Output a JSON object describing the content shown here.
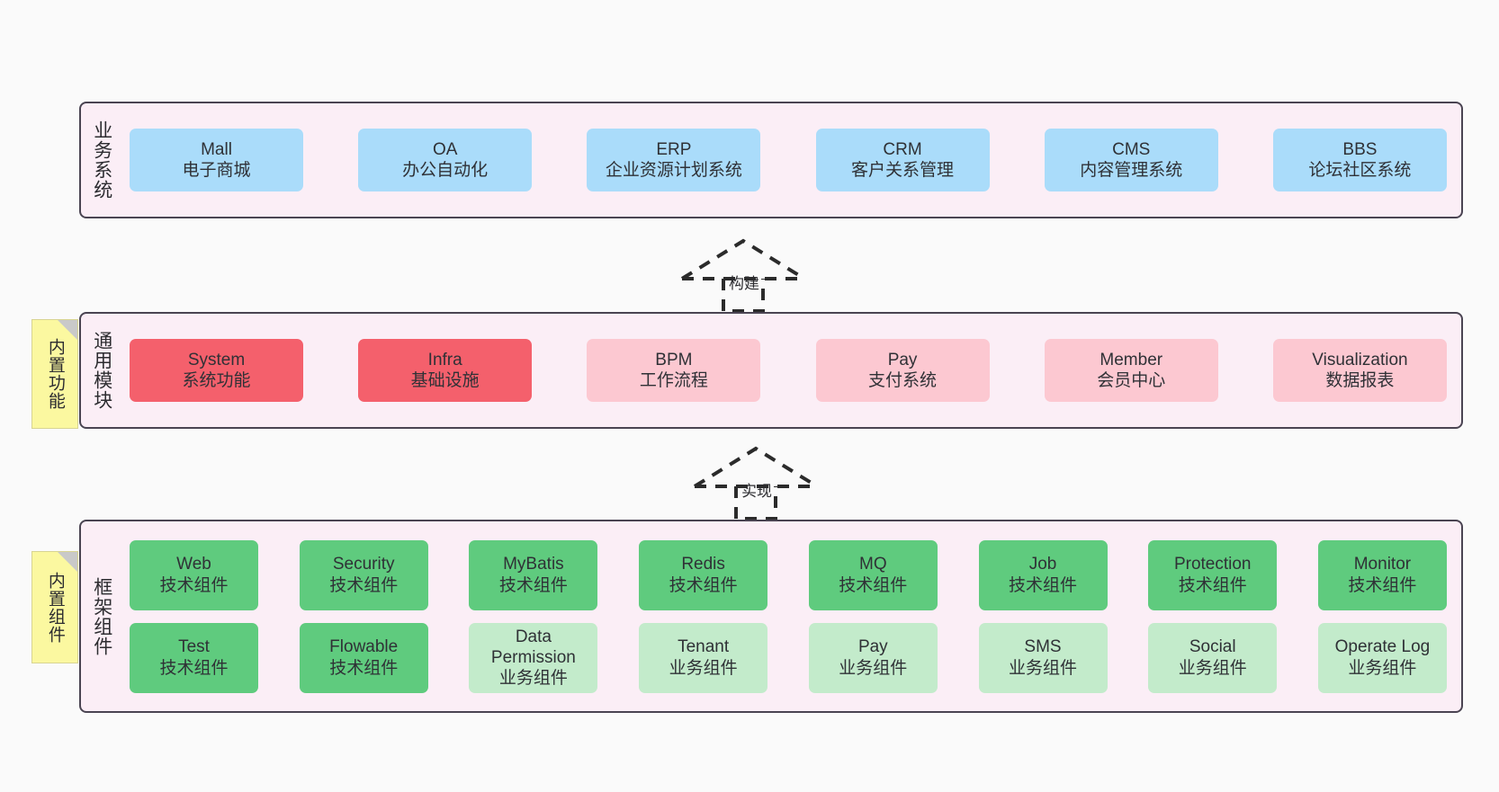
{
  "diagram": {
    "title": "Ruoyi-Vue-Pro Architecture Layers",
    "background": "#fafafa",
    "layer_fill": "#fbeef6",
    "layer_border": "#4a4452",
    "note_fill": "#fbf8a0"
  },
  "layers": [
    {
      "id": "business-systems",
      "title": "业务系统",
      "accent": "#aadcfa",
      "rows": [
        [
          {
            "name": "Mall",
            "desc": "电子商城",
            "style": "blue"
          },
          {
            "name": "OA",
            "desc": "办公自动化",
            "style": "blue"
          },
          {
            "name": "ERP",
            "desc": "企业资源计划系统",
            "style": "blue"
          },
          {
            "name": "CRM",
            "desc": "客户关系管理",
            "style": "blue"
          },
          {
            "name": "CMS",
            "desc": "内容管理系统",
            "style": "blue"
          },
          {
            "name": "BBS",
            "desc": "论坛社区系统",
            "style": "blue"
          }
        ]
      ]
    },
    {
      "id": "common-modules",
      "title": "通用模块",
      "accent": "#f4606c",
      "note": "内置功能",
      "rows": [
        [
          {
            "name": "System",
            "desc": "系统功能",
            "style": "red"
          },
          {
            "name": "Infra",
            "desc": "基础设施",
            "style": "red"
          },
          {
            "name": "BPM",
            "desc": "工作流程",
            "style": "pink"
          },
          {
            "name": "Pay",
            "desc": "支付系统",
            "style": "pink"
          },
          {
            "name": "Member",
            "desc": "会员中心",
            "style": "pink"
          },
          {
            "name": "Visualization",
            "desc": "数据报表",
            "style": "pink"
          }
        ]
      ]
    },
    {
      "id": "framework-components",
      "title": "框架组件",
      "accent": "#5fcb7e",
      "note": "内置组件",
      "rows": [
        [
          {
            "name": "Web",
            "desc": "技术组件",
            "style": "green"
          },
          {
            "name": "Security",
            "desc": "技术组件",
            "style": "green"
          },
          {
            "name": "MyBatis",
            "desc": "技术组件",
            "style": "green"
          },
          {
            "name": "Redis",
            "desc": "技术组件",
            "style": "green"
          },
          {
            "name": "MQ",
            "desc": "技术组件",
            "style": "green"
          },
          {
            "name": "Job",
            "desc": "技术组件",
            "style": "green"
          },
          {
            "name": "Protection",
            "desc": "技术组件",
            "style": "green"
          },
          {
            "name": "Monitor",
            "desc": "技术组件",
            "style": "green"
          }
        ],
        [
          {
            "name": "Test",
            "desc": "技术组件",
            "style": "green"
          },
          {
            "name": "Flowable",
            "desc": "技术组件",
            "style": "green"
          },
          {
            "name": "Data Permission",
            "desc": "业务组件",
            "style": "lgreen",
            "wrap": true
          },
          {
            "name": "Tenant",
            "desc": "业务组件",
            "style": "lgreen"
          },
          {
            "name": "Pay",
            "desc": "业务组件",
            "style": "lgreen"
          },
          {
            "name": "SMS",
            "desc": "业务组件",
            "style": "lgreen"
          },
          {
            "name": "Social",
            "desc": "业务组件",
            "style": "lgreen"
          },
          {
            "name": "Operate Log",
            "desc": "业务组件",
            "style": "lgreen"
          }
        ]
      ]
    }
  ],
  "connectors": [
    {
      "id": "build",
      "label": "构建"
    },
    {
      "id": "implement",
      "label": "实现"
    }
  ]
}
